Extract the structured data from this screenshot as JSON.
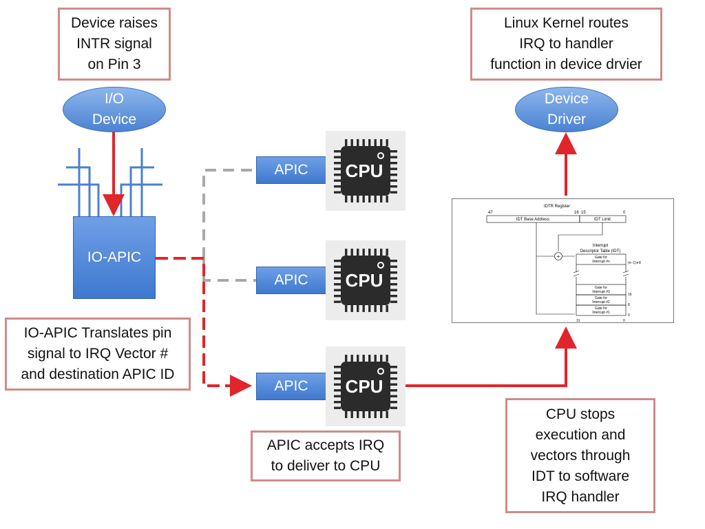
{
  "callouts": {
    "device_raises": [
      "Device raises",
      "INTR signal",
      "on Pin 3"
    ],
    "kernel_routes": [
      "Linux Kernel routes",
      "IRQ to handler",
      "function in device drvier"
    ],
    "ioapic_translates": [
      "IO-APIC Translates pin",
      "signal to IRQ Vector #",
      "and destination APIC ID"
    ],
    "apic_accepts": [
      "APIC accepts IRQ",
      "to deliver to CPU"
    ],
    "cpu_stops": [
      "CPU stops",
      "execution and",
      "vectors through",
      "IDT to software",
      "IRQ handler"
    ]
  },
  "nodes": {
    "io_device": [
      "I/O",
      "Device"
    ],
    "device_driver": [
      "Device",
      "Driver"
    ],
    "io_apic": "IO-APIC",
    "apic_labels": [
      "APIC",
      "APIC",
      "APIC"
    ],
    "cpu_chip_label": "CPU"
  },
  "idt_figure": {
    "register_title": "IDTR Register",
    "bit_47": "47",
    "bit_16": "16",
    "bit_15": "15",
    "bit_0": "0",
    "base_address": "IDT Base Address",
    "limit": "IDT Limit",
    "table_title_1": "Interrupt",
    "table_title_2": "Descriptor Table (IDT)",
    "gate_n_1": "Gate for",
    "gate_n_2": "Interrupt #n",
    "gate_n_offset": "(n−1)∗8",
    "gate_3_1": "Gate for",
    "gate_3_2": "Interrupt #3",
    "gate_3_offset": "16",
    "gate_2_1": "Gate for",
    "gate_2_2": "Interrupt #2",
    "gate_2_offset": "8",
    "gate_1_1": "Gate for",
    "gate_1_2": "Interrupt #1",
    "gate_1_offset": "0",
    "bottom_31": "31",
    "bottom_0": "0",
    "plus": "+"
  },
  "colors": {
    "arrow_red": "#e0252b",
    "dashed_gray": "#a8a8a8",
    "callout_border": "#d08a8a",
    "node_blue": "#4b82d3"
  },
  "icons": [
    "cpu-chip-icon",
    "antenna-lines-icon"
  ]
}
